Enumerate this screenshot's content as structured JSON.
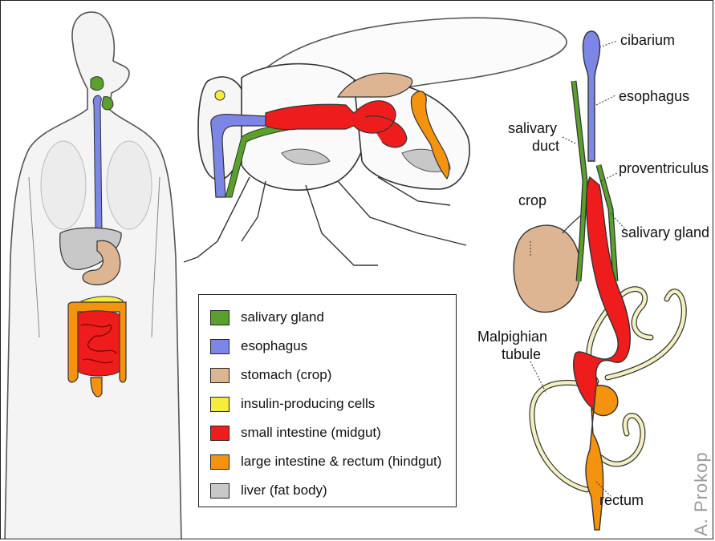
{
  "colors": {
    "salivary_gland": "#5aa02c",
    "esophagus": "#7b86e6",
    "stomach": "#deb593",
    "insulin": "#f5ec3c",
    "small_intestine": "#ee1c1c",
    "large_intestine": "#f4930e",
    "liver": "#c8c8c8",
    "malpighian": "#f3f0c8"
  },
  "legend": [
    {
      "label": "salivary gland",
      "color": "#5aa02c"
    },
    {
      "label": "esophagus",
      "color": "#7b86e6"
    },
    {
      "label": "stomach (crop)",
      "color": "#deb593"
    },
    {
      "label": "insulin-producing cells",
      "color": "#f5ec3c"
    },
    {
      "label": "small intestine (midgut)",
      "color": "#ee1c1c"
    },
    {
      "label": "large intestine & rectum (hindgut)",
      "color": "#f4930e"
    },
    {
      "label": "liver (fat body)",
      "color": "#c8c8c8"
    }
  ],
  "labels": {
    "cibarium": "cibarium",
    "esophagus": "esophagus",
    "salivary_duct_1": "salivary",
    "salivary_duct_2": "duct",
    "proventriculus": "proventriculus",
    "crop": "crop",
    "salivary_gland": "salivary gland",
    "malpighian_1": "Malpighian",
    "malpighian_2": "tubule",
    "rectum": "rectum"
  },
  "credit": "A. Prokop"
}
